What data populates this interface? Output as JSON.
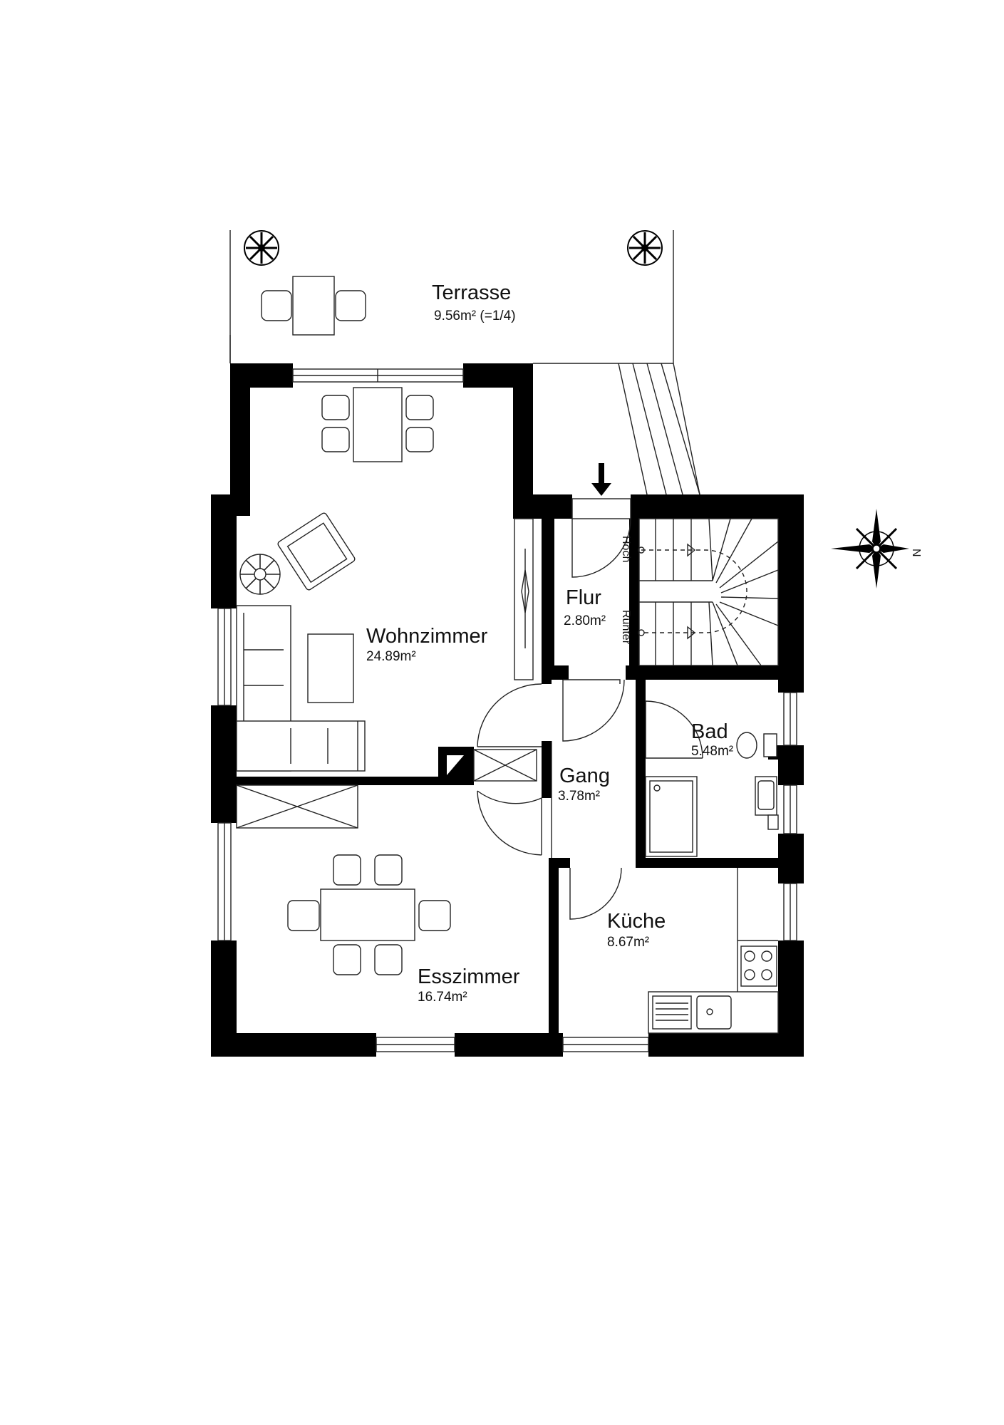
{
  "rooms": {
    "terrasse": {
      "name": "Terrasse",
      "area": "9.56m² (=1/4)"
    },
    "wohnzimmer": {
      "name": "Wohnzimmer",
      "area": "24.89m²"
    },
    "flur": {
      "name": "Flur",
      "area": "2.80m²"
    },
    "bad": {
      "name": "Bad",
      "area": "5.48m²"
    },
    "gang": {
      "name": "Gang",
      "area": "3.78m²"
    },
    "esszimmer": {
      "name": "Esszimmer",
      "area": "16.74m²"
    },
    "kueche": {
      "name": "Küche",
      "area": "8.67m²"
    }
  },
  "stairs": {
    "up": "Hoch",
    "down": "Runter"
  },
  "compass": {
    "north": "N"
  },
  "icons": {
    "entrance": "entrance-arrow-icon",
    "compass": "compass-rose-icon",
    "plant": "plant-icon"
  }
}
